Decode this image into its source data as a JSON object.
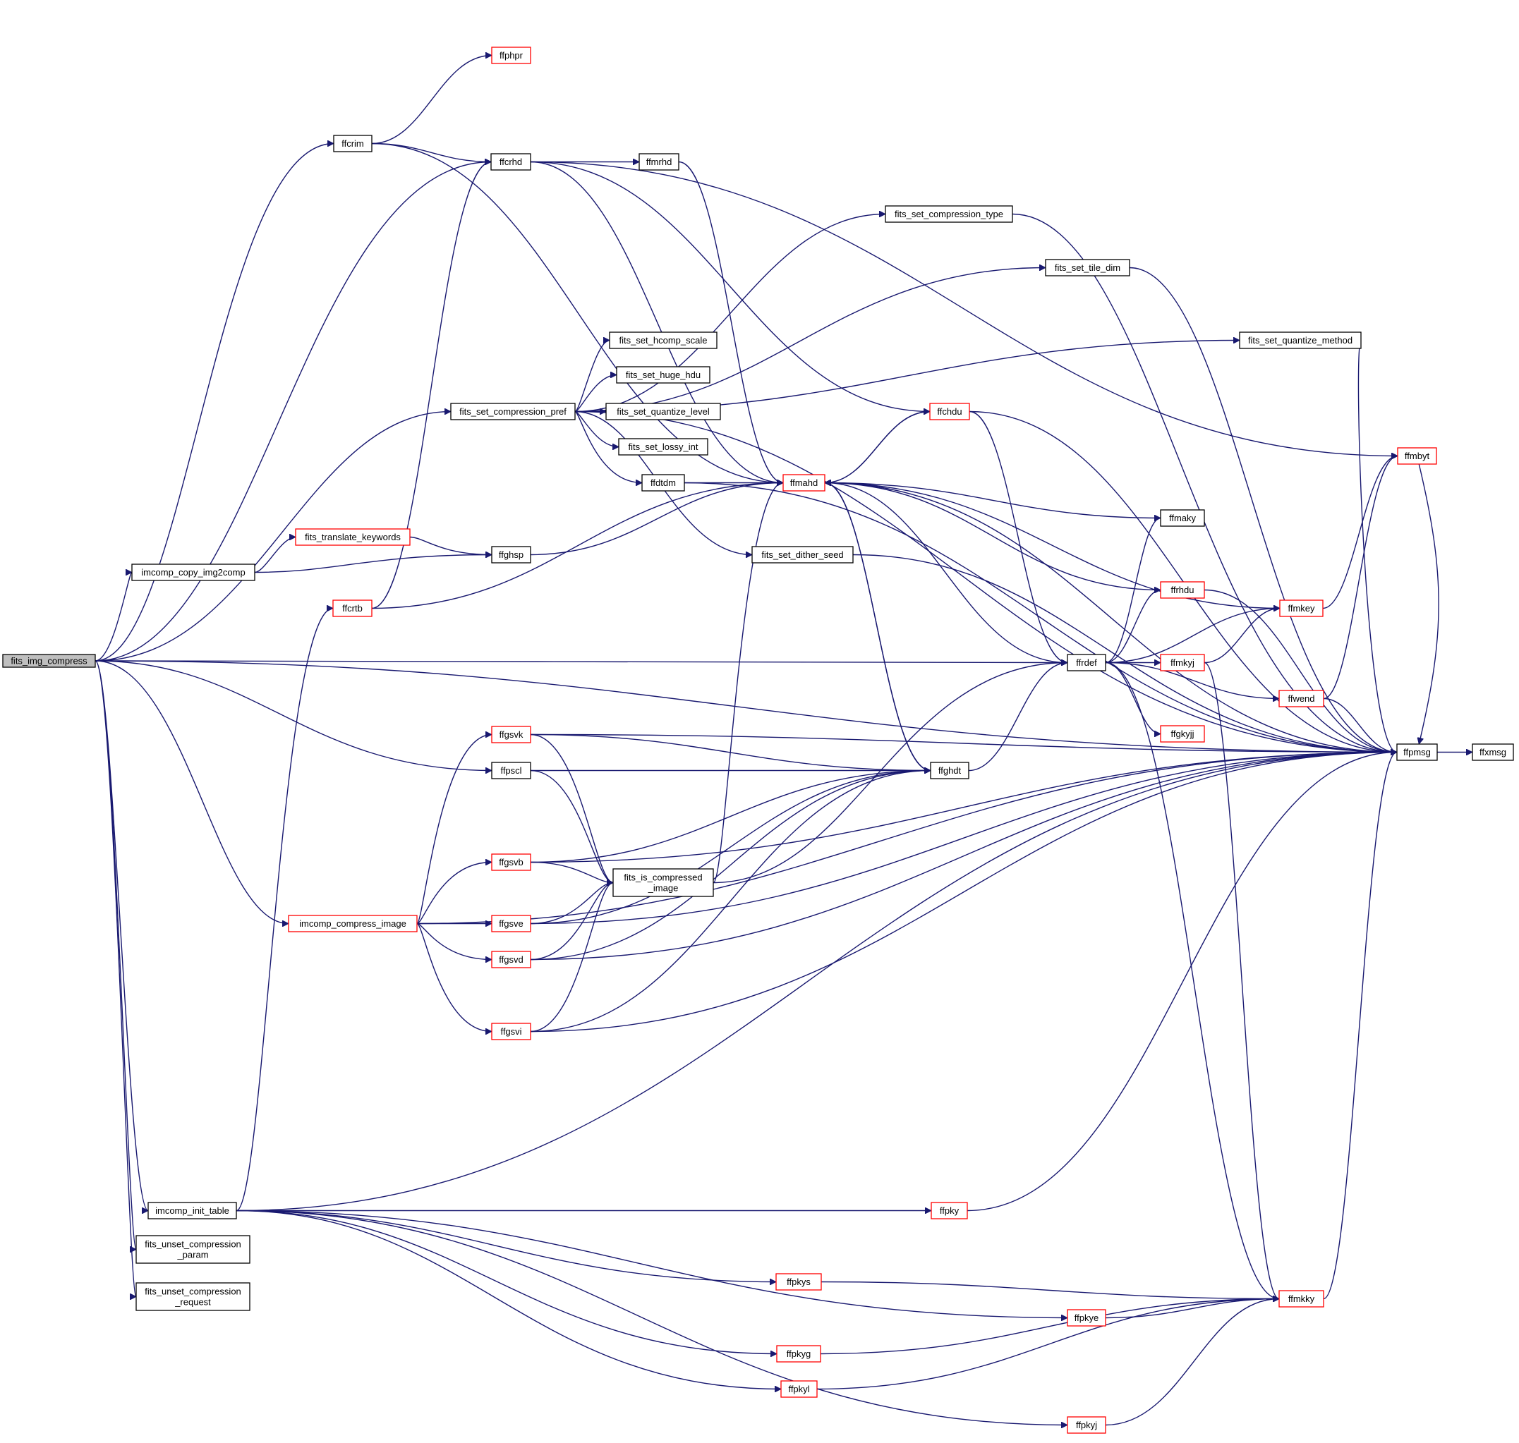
{
  "nodes": [
    {
      "id": "fits_img_compress",
      "label": "fits_img_compress",
      "style": "root"
    },
    {
      "id": "ffphpr",
      "label": "ffphpr",
      "style": "red"
    },
    {
      "id": "ffcrim",
      "label": "ffcrim",
      "style": "black"
    },
    {
      "id": "ffcrhd",
      "label": "ffcrhd",
      "style": "black"
    },
    {
      "id": "ffmrhd",
      "label": "ffmrhd",
      "style": "black"
    },
    {
      "id": "fits_set_compression_type",
      "label": "fits_set_compression_type",
      "style": "black"
    },
    {
      "id": "fits_set_tile_dim",
      "label": "fits_set_tile_dim",
      "style": "black"
    },
    {
      "id": "fits_set_hcomp_scale",
      "label": "fits_set_hcomp_scale",
      "style": "black"
    },
    {
      "id": "fits_set_quantize_method",
      "label": "fits_set_quantize_method",
      "style": "black"
    },
    {
      "id": "fits_set_huge_hdu",
      "label": "fits_set_huge_hdu",
      "style": "black"
    },
    {
      "id": "fits_set_compression_pref",
      "label": "fits_set_compression_pref",
      "style": "black"
    },
    {
      "id": "fits_set_quantize_level",
      "label": "fits_set_quantize_level",
      "style": "black"
    },
    {
      "id": "ffchdu",
      "label": "ffchdu",
      "style": "red"
    },
    {
      "id": "fits_set_lossy_int",
      "label": "fits_set_lossy_int",
      "style": "black"
    },
    {
      "id": "ffmbyt",
      "label": "ffmbyt",
      "style": "red"
    },
    {
      "id": "ffdtdm",
      "label": "ffdtdm",
      "style": "black"
    },
    {
      "id": "ffmahd",
      "label": "ffmahd",
      "style": "red"
    },
    {
      "id": "ffmaky",
      "label": "ffmaky",
      "style": "black"
    },
    {
      "id": "fits_translate_keywords",
      "label": "fits_translate_keywords",
      "style": "red"
    },
    {
      "id": "fits_set_dither_seed",
      "label": "fits_set_dither_seed",
      "style": "black"
    },
    {
      "id": "ffghsp",
      "label": "ffghsp",
      "style": "black"
    },
    {
      "id": "imcomp_copy_img2comp",
      "label": "imcomp_copy_img2comp",
      "style": "black"
    },
    {
      "id": "ffrhdu",
      "label": "ffrhdu",
      "style": "red"
    },
    {
      "id": "ffcrtb",
      "label": "ffcrtb",
      "style": "red"
    },
    {
      "id": "ffmkey",
      "label": "ffmkey",
      "style": "red"
    },
    {
      "id": "ffrdef",
      "label": "ffrdef",
      "style": "black"
    },
    {
      "id": "ffmkyj",
      "label": "ffmkyj",
      "style": "red"
    },
    {
      "id": "ffwend",
      "label": "ffwend",
      "style": "red"
    },
    {
      "id": "ffgkyjj",
      "label": "ffgkyjj",
      "style": "red"
    },
    {
      "id": "ffgsvk",
      "label": "ffgsvk",
      "style": "red"
    },
    {
      "id": "ffpmsg",
      "label": "ffpmsg",
      "style": "black"
    },
    {
      "id": "ffxmsg",
      "label": "ffxmsg",
      "style": "black"
    },
    {
      "id": "ffpscl",
      "label": "ffpscl",
      "style": "black"
    },
    {
      "id": "ffghdt",
      "label": "ffghdt",
      "style": "black"
    },
    {
      "id": "ffgsvb",
      "label": "ffgsvb",
      "style": "red"
    },
    {
      "id": "fits_is_compressed_image",
      "label": "fits_is_compressed\n_image",
      "style": "black"
    },
    {
      "id": "imcomp_compress_image",
      "label": "imcomp_compress_image",
      "style": "red"
    },
    {
      "id": "ffgsve",
      "label": "ffgsve",
      "style": "red"
    },
    {
      "id": "ffgsvd",
      "label": "ffgsvd",
      "style": "red"
    },
    {
      "id": "ffgsvi",
      "label": "ffgsvi",
      "style": "red"
    },
    {
      "id": "imcomp_init_table",
      "label": "imcomp_init_table",
      "style": "black"
    },
    {
      "id": "ffpky",
      "label": "ffpky",
      "style": "red"
    },
    {
      "id": "fits_unset_compression_param",
      "label": "fits_unset_compression\n_param",
      "style": "black"
    },
    {
      "id": "ffpkys",
      "label": "ffpkys",
      "style": "red"
    },
    {
      "id": "fits_unset_compression_request",
      "label": "fits_unset_compression\n_request",
      "style": "black"
    },
    {
      "id": "ffmkky",
      "label": "ffmkky",
      "style": "red"
    },
    {
      "id": "ffpkye",
      "label": "ffpkye",
      "style": "red"
    },
    {
      "id": "ffpkyg",
      "label": "ffpkyg",
      "style": "red"
    },
    {
      "id": "ffpkyl",
      "label": "ffpkyl",
      "style": "red"
    },
    {
      "id": "ffpkyj",
      "label": "ffpkyj",
      "style": "red"
    }
  ],
  "edges": [
    [
      "fits_img_compress",
      "ffcrim"
    ],
    [
      "fits_img_compress",
      "ffcrhd"
    ],
    [
      "fits_img_compress",
      "fits_set_compression_pref"
    ],
    [
      "fits_img_compress",
      "imcomp_copy_img2comp"
    ],
    [
      "fits_img_compress",
      "ffrdef"
    ],
    [
      "fits_img_compress",
      "ffpscl"
    ],
    [
      "fits_img_compress",
      "imcomp_compress_image"
    ],
    [
      "fits_img_compress",
      "imcomp_init_table"
    ],
    [
      "fits_img_compress",
      "fits_unset_compression_param"
    ],
    [
      "fits_img_compress",
      "fits_unset_compression_request"
    ],
    [
      "fits_img_compress",
      "ffpmsg"
    ],
    [
      "ffcrim",
      "ffphpr"
    ],
    [
      "ffcrim",
      "ffcrhd"
    ],
    [
      "ffcrim",
      "ffmahd"
    ],
    [
      "ffcrhd",
      "ffmrhd"
    ],
    [
      "ffcrhd",
      "ffchdu"
    ],
    [
      "ffcrhd",
      "ffmahd"
    ],
    [
      "ffcrhd",
      "ffmbyt"
    ],
    [
      "ffmrhd",
      "ffmahd"
    ],
    [
      "fits_set_compression_pref",
      "fits_set_compression_type"
    ],
    [
      "fits_set_compression_pref",
      "fits_set_tile_dim"
    ],
    [
      "fits_set_compression_pref",
      "fits_set_quantize_method"
    ],
    [
      "fits_set_compression_pref",
      "fits_set_hcomp_scale"
    ],
    [
      "fits_set_compression_pref",
      "fits_set_huge_hdu"
    ],
    [
      "fits_set_compression_pref",
      "fits_set_quantize_level"
    ],
    [
      "fits_set_compression_pref",
      "fits_set_lossy_int"
    ],
    [
      "fits_set_compression_pref",
      "ffdtdm"
    ],
    [
      "fits_set_compression_pref",
      "fits_set_dither_seed"
    ],
    [
      "fits_set_compression_pref",
      "ffpmsg"
    ],
    [
      "fits_set_compression_type",
      "ffpmsg"
    ],
    [
      "fits_set_tile_dim",
      "ffpmsg"
    ],
    [
      "fits_set_quantize_method",
      "ffpmsg"
    ],
    [
      "ffdtdm",
      "ffmahd"
    ],
    [
      "ffdtdm",
      "ffpmsg"
    ],
    [
      "fits_set_dither_seed",
      "ffpmsg"
    ],
    [
      "ffchdu",
      "ffmahd"
    ],
    [
      "ffchdu",
      "ffrdef"
    ],
    [
      "ffchdu",
      "ffpmsg"
    ],
    [
      "ffmahd",
      "ffchdu"
    ],
    [
      "ffmahd",
      "ffghdt"
    ],
    [
      "ffmahd",
      "ffpmsg"
    ],
    [
      "ffmaky",
      "ffmahd"
    ],
    [
      "ffrhdu",
      "ffmahd"
    ],
    [
      "ffrhdu",
      "ffpmsg"
    ],
    [
      "ffmkey",
      "ffmahd"
    ],
    [
      "ffmkey",
      "ffmbyt"
    ],
    [
      "imcomp_copy_img2comp",
      "fits_translate_keywords"
    ],
    [
      "imcomp_copy_img2comp",
      "ffghsp"
    ],
    [
      "fits_translate_keywords",
      "ffghsp"
    ],
    [
      "ffghsp",
      "ffmahd"
    ],
    [
      "ffcrtb",
      "ffcrhd"
    ],
    [
      "ffcrtb",
      "ffmahd"
    ],
    [
      "ffrdef",
      "ffmahd"
    ],
    [
      "ffrdef",
      "ffmaky"
    ],
    [
      "ffrdef",
      "ffrhdu"
    ],
    [
      "ffrdef",
      "ffmkey"
    ],
    [
      "ffrdef",
      "ffmkyj"
    ],
    [
      "ffrdef",
      "ffwend"
    ],
    [
      "ffrdef",
      "ffgkyjj"
    ],
    [
      "ffrdef",
      "ffmkky"
    ],
    [
      "ffmkyj",
      "ffmkey"
    ],
    [
      "ffmkyj",
      "ffmkky"
    ],
    [
      "ffwend",
      "ffmbyt"
    ],
    [
      "ffwend",
      "ffpmsg"
    ],
    [
      "ffmbyt",
      "ffpmsg"
    ],
    [
      "ffpmsg",
      "ffxmsg"
    ],
    [
      "ffghdt",
      "ffmahd"
    ],
    [
      "ffghdt",
      "ffrdef"
    ],
    [
      "ffpscl",
      "ffghdt"
    ],
    [
      "ffpscl",
      "fits_is_compressed_image"
    ],
    [
      "ffgsvk",
      "ffghdt"
    ],
    [
      "ffgsvk",
      "fits_is_compressed_image"
    ],
    [
      "ffgsvk",
      "ffpmsg"
    ],
    [
      "ffgsvb",
      "ffghdt"
    ],
    [
      "ffgsvb",
      "fits_is_compressed_image"
    ],
    [
      "ffgsvb",
      "ffpmsg"
    ],
    [
      "ffgsve",
      "fits_is_compressed_image"
    ],
    [
      "ffgsve",
      "ffghdt"
    ],
    [
      "ffgsve",
      "ffpmsg"
    ],
    [
      "ffgsvd",
      "fits_is_compressed_image"
    ],
    [
      "ffgsvd",
      "ffghdt"
    ],
    [
      "ffgsvd",
      "ffpmsg"
    ],
    [
      "ffgsvi",
      "fits_is_compressed_image"
    ],
    [
      "ffgsvi",
      "ffghdt"
    ],
    [
      "ffgsvi",
      "ffpmsg"
    ],
    [
      "fits_is_compressed_image",
      "ffmahd"
    ],
    [
      "fits_is_compressed_image",
      "ffrdef"
    ],
    [
      "imcomp_compress_image",
      "ffgsvk"
    ],
    [
      "imcomp_compress_image",
      "ffgsvb"
    ],
    [
      "imcomp_compress_image",
      "ffgsve"
    ],
    [
      "imcomp_compress_image",
      "ffgsvd"
    ],
    [
      "imcomp_compress_image",
      "ffgsvi"
    ],
    [
      "imcomp_compress_image",
      "ffpmsg"
    ],
    [
      "imcomp_init_table",
      "ffcrtb"
    ],
    [
      "imcomp_init_table",
      "ffpky"
    ],
    [
      "imcomp_init_table",
      "ffpkys"
    ],
    [
      "imcomp_init_table",
      "ffpkye"
    ],
    [
      "imcomp_init_table",
      "ffpkyg"
    ],
    [
      "imcomp_init_table",
      "ffpkyl"
    ],
    [
      "imcomp_init_table",
      "ffpkyj"
    ],
    [
      "imcomp_init_table",
      "ffpmsg"
    ],
    [
      "ffpky",
      "ffpmsg"
    ],
    [
      "ffpkys",
      "ffmkky"
    ],
    [
      "ffpkye",
      "ffmkky"
    ],
    [
      "ffpkyg",
      "ffmkky"
    ],
    [
      "ffpkyl",
      "ffmkky"
    ],
    [
      "ffpkyj",
      "ffmkky"
    ],
    [
      "ffmkky",
      "ffpmsg"
    ]
  ],
  "colors": {
    "edge": "#191970",
    "node_border": "#000000",
    "highlight_border": "#ff0000",
    "root_fill": "#bfbfbf"
  }
}
